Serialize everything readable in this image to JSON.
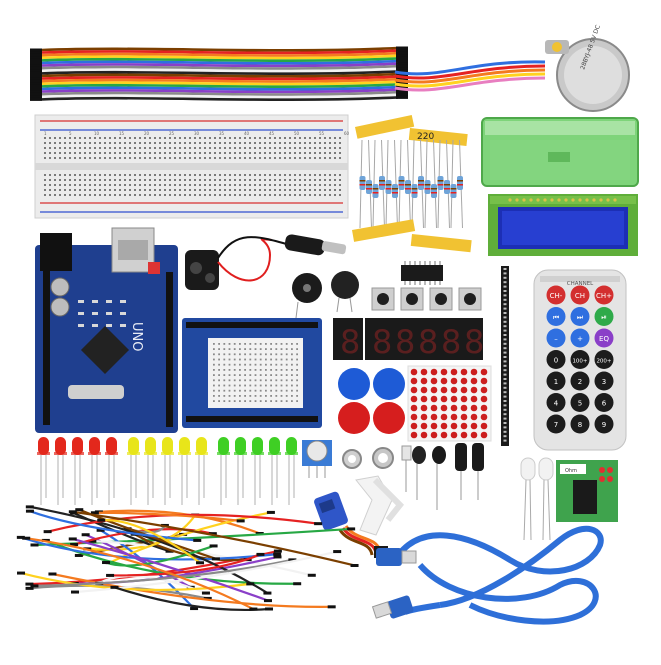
{
  "photo": {
    "background": "#ffffff",
    "board_label": "UNO",
    "breadboard_cols": [
      "1",
      "5",
      "10",
      "15",
      "20",
      "25",
      "30",
      "35",
      "40",
      "45",
      "50",
      "55",
      "60"
    ],
    "resistor_tag": "220",
    "stepper_label": "28BYJ-48 5V DC",
    "relay_label": "Ohm",
    "remote": {
      "header": "CHANNEL",
      "keys": [
        "CH-",
        "CH",
        "CH+",
        "⏮",
        "⏭",
        "⏯",
        "–",
        "+",
        "EQ",
        "0",
        "100+",
        "200+",
        "1",
        "2",
        "3",
        "4",
        "5",
        "6",
        "7",
        "8",
        "9"
      ]
    },
    "seg_digits": [
      "8",
      "8",
      "8",
      "8",
      "8"
    ],
    "colors": {
      "board_blue": "#1f3f8f",
      "lcd_green": "#7dc246",
      "lcd_screen": "#1c2fb5",
      "remote_body": "#e4e4e4",
      "case_green": "#6fc36a",
      "cable_blue": "#2e6fd8",
      "button_blue": "#1e5bd6",
      "button_red": "#d61e1e",
      "led_red": "#e3281c",
      "led_yellow": "#e8e51a",
      "led_green": "#3fcf24",
      "seg_red": "#ff2d2d"
    },
    "wire_colors": [
      "#7b3f00",
      "#e52222",
      "#f47a1f",
      "#ffd21f",
      "#27a844",
      "#2f6fe0",
      "#8a3fc8",
      "#8a8a8a",
      "#f2f2f2",
      "#222222"
    ]
  }
}
